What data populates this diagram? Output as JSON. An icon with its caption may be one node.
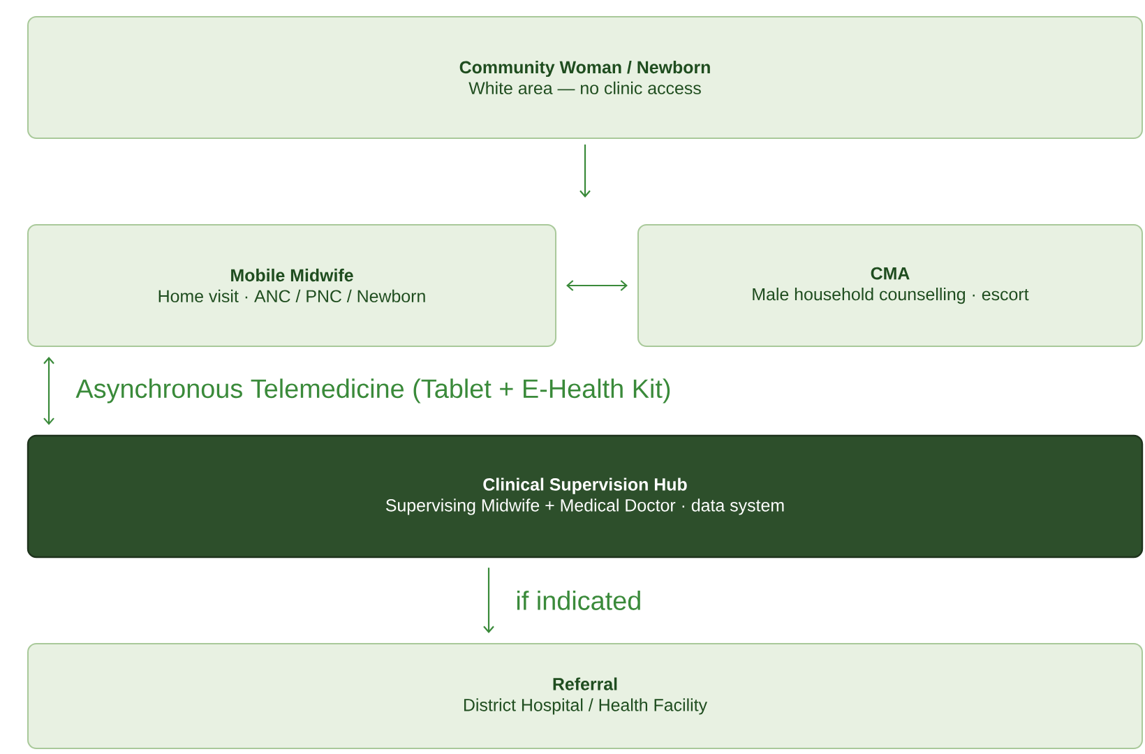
{
  "diagram": {
    "nodes": [
      {
        "text": [
          "Community Woman / Newborn",
          "White area — no clinic access"
        ]
      },
      {
        "text": [
          "Mobile Midwife",
          "Home visit · ANC / PNC / Newborn"
        ]
      },
      {
        "text": [
          "CMA",
          "Male household counselling · escort"
        ]
      },
      {
        "text": [
          "Clinical Supervision Hub",
          "Supervising Midwife + Medical Doctor · data system"
        ]
      },
      {
        "text": [
          "Referral",
          "District Hospital / Health Facility"
        ]
      }
    ],
    "edges": [
      {
        "from": 0,
        "to": null,
        "arrow": "to"
      },
      {
        "from": 1,
        "to": 2,
        "arrow": "both"
      },
      {
        "from": 1,
        "to": 3,
        "arrow": "both",
        "label": "Asynchronous Telemedicine (Tablet + E-Health Kit)"
      },
      {
        "from": 3,
        "to": 4,
        "arrow": "to",
        "label": "if indicated"
      }
    ]
  }
}
